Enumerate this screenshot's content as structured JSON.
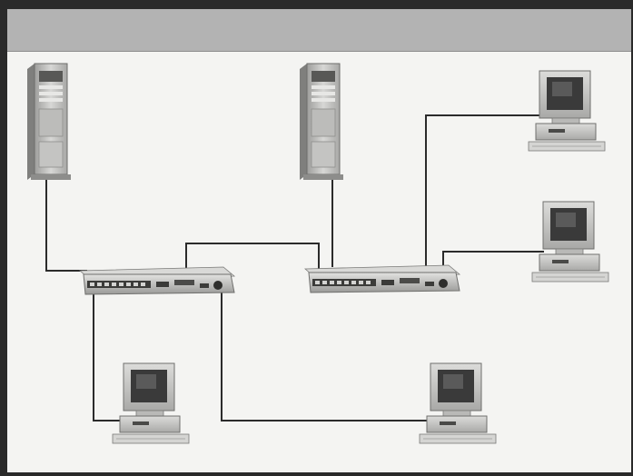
{
  "diagram": {
    "nodes": [
      {
        "id": "server-left",
        "kind": "server"
      },
      {
        "id": "server-center",
        "kind": "server"
      },
      {
        "id": "switch-left",
        "kind": "switch"
      },
      {
        "id": "switch-right",
        "kind": "switch"
      },
      {
        "id": "workstation-top-right",
        "kind": "workstation"
      },
      {
        "id": "workstation-middle-right",
        "kind": "workstation"
      },
      {
        "id": "workstation-bottom-left",
        "kind": "workstation"
      },
      {
        "id": "workstation-bottom-center",
        "kind": "workstation"
      }
    ],
    "connections": [
      {
        "from": "server-left",
        "to": "switch-left"
      },
      {
        "from": "server-center",
        "to": "switch-right"
      },
      {
        "from": "switch-left",
        "to": "switch-right"
      },
      {
        "from": "switch-right",
        "to": "workstation-top-right"
      },
      {
        "from": "switch-right",
        "to": "workstation-middle-right"
      },
      {
        "from": "switch-left",
        "to": "workstation-bottom-left"
      },
      {
        "from": "switch-left",
        "to": "workstation-bottom-center"
      }
    ],
    "colors": {
      "background": "#f4f4f2",
      "header_bar": "#b3b3b3",
      "cable": "#2b2b2b",
      "device_body": "#c9c9c7",
      "device_shadow": "#8a8a88",
      "screen": "#3a3a3a"
    }
  }
}
